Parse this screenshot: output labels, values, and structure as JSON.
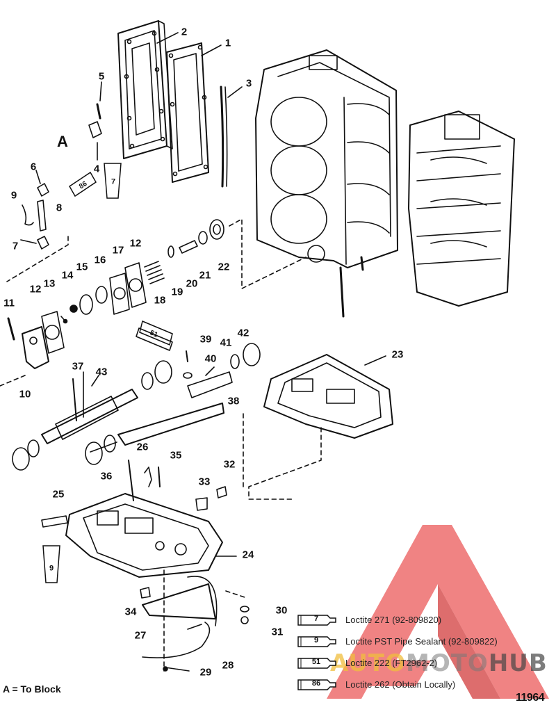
{
  "callouts": {
    "c1": "1",
    "c2": "2",
    "c3": "3",
    "c4": "4",
    "c5": "5",
    "c6": "6",
    "c7a": "7",
    "c8": "8",
    "c9": "9",
    "c7b": "7",
    "c10": "10",
    "c11": "11",
    "c12a": "12",
    "c12b": "12",
    "c13": "13",
    "c14": "14",
    "c15": "15",
    "c16": "16",
    "c17": "17",
    "c18": "18",
    "c19": "19",
    "c20": "20",
    "c21": "21",
    "c22": "22",
    "c23": "23",
    "c24": "24",
    "c25": "25",
    "c26": "26",
    "c27": "27",
    "c28": "28",
    "c29": "29",
    "c30": "30",
    "c31": "31",
    "c32": "32",
    "c33": "33",
    "c34": "34",
    "c35": "35",
    "c36": "36",
    "c37": "37",
    "c38": "38",
    "c39": "39",
    "c40": "40",
    "c41": "41",
    "c42": "42",
    "c43": "43",
    "cA": "A"
  },
  "tubes": {
    "t1": "7",
    "t2": "86",
    "t3": "51",
    "t4": "9"
  },
  "legend": [
    {
      "tube": "7",
      "text": "Loctite 271 (92-809820)"
    },
    {
      "tube": "9",
      "text": "Loctite PST Pipe Sealant (92-809822)"
    },
    {
      "tube": "51",
      "text": "Loctite 222  (FT2962-2)"
    },
    {
      "tube": "86",
      "text": "Loctite 262  (Obtain Locally)"
    }
  ],
  "note": "A = To Block",
  "figure_number": "11964",
  "watermark": {
    "part1": "AUTO",
    "part2": "MOTO",
    "part3": "HUB"
  }
}
